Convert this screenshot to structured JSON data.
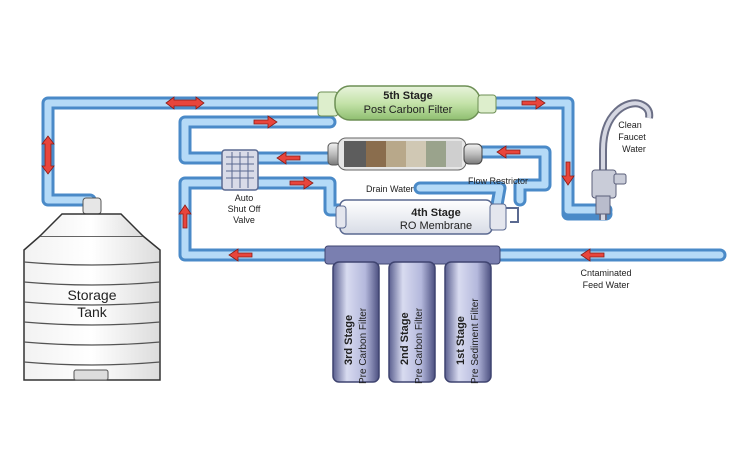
{
  "labels": {
    "stage5_title": "5th Stage",
    "stage5_sub": "Post Carbon Filter",
    "stage4_title": "4th Stage",
    "stage4_sub": "RO Membrane",
    "stage3_title": "3rd Stage",
    "stage3_sub": "Pre Carbon Filter",
    "stage2_title": "2nd Stage",
    "stage2_sub": "Pre Carbon Filter",
    "stage1_title": "1st Stage",
    "stage1_sub": "Pre Sediment Filter",
    "storage_line1": "Storage",
    "storage_line2": "Tank",
    "faucet_line1": "Clean",
    "faucet_line2": "Faucet",
    "faucet_line3": "Water",
    "valve_line1": "Auto",
    "valve_line2": "Shut Off",
    "valve_line3": "Valve",
    "drain": "Drain Water",
    "restrictor": "Flow Restrictor",
    "feed_line1": "Cntaminated",
    "feed_line2": "Feed Water"
  },
  "colors": {
    "pipe": "#5b9bd5",
    "pipe_inner": "#a9d0f5",
    "arrow": "#e53935",
    "stage5_fill": "#cfe8b8",
    "housing": "#c9cde8"
  }
}
